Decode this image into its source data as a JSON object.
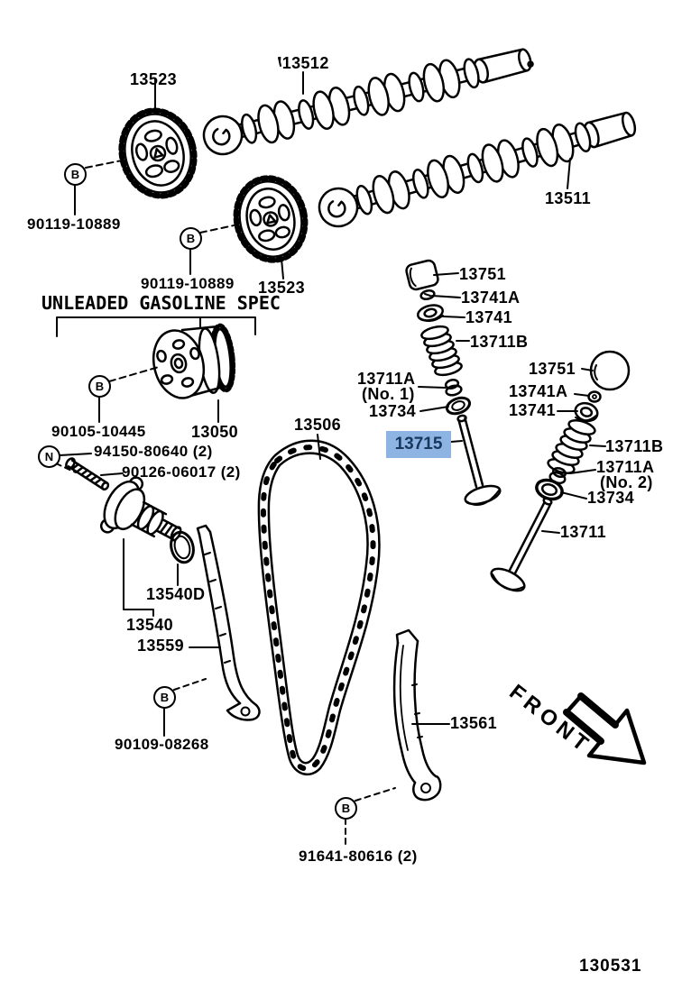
{
  "figure": {
    "id": "130531",
    "note": "UNLEADED GASOLINE SPEC",
    "front_label": "FRONT"
  },
  "highlight": {
    "part": "13715",
    "bg": "#8DB4E2",
    "text_color": "#17375E"
  },
  "callouts": {
    "b": "B",
    "n": "N"
  },
  "parts": {
    "cam_gear_top": "13523",
    "camshaft_no2_marker": "'",
    "camshaft_no2": "13512",
    "camshaft_no1": "13511",
    "gear_bolt_1": "90119-10889",
    "gear_bolt_2": "90119-10889",
    "cam_gear_mid": "13523",
    "vvt_gear": "13050",
    "vvt_bolt": "90105-10445",
    "stud_bolt": "94150-80640 (2)",
    "union_nut": "90126-06017 (2)",
    "tensioner_oring": "13540D",
    "tensioner": "13540",
    "guide_left": "13559",
    "guide_left_bolt": "90109-08268",
    "chain": "13506",
    "guide_right": "13561",
    "guide_right_pin": "91641-80616 (2)",
    "lifter_1": "13751",
    "lock_1": "13741A",
    "retainer_1": "13741",
    "spring_1": "13711B",
    "seal_1_line1": "13711A",
    "seal_1_line2": "(No. 1)",
    "seat_1": "13734",
    "valve_highlighted": "13715",
    "lifter_2": "13751",
    "lock_2": "13741A",
    "retainer_2": "13741",
    "spring_2": "13711B",
    "seal_2_line1": "13711A",
    "seal_2_line2": "(No. 2)",
    "seat_2": "13734",
    "valve_2": "13711"
  }
}
